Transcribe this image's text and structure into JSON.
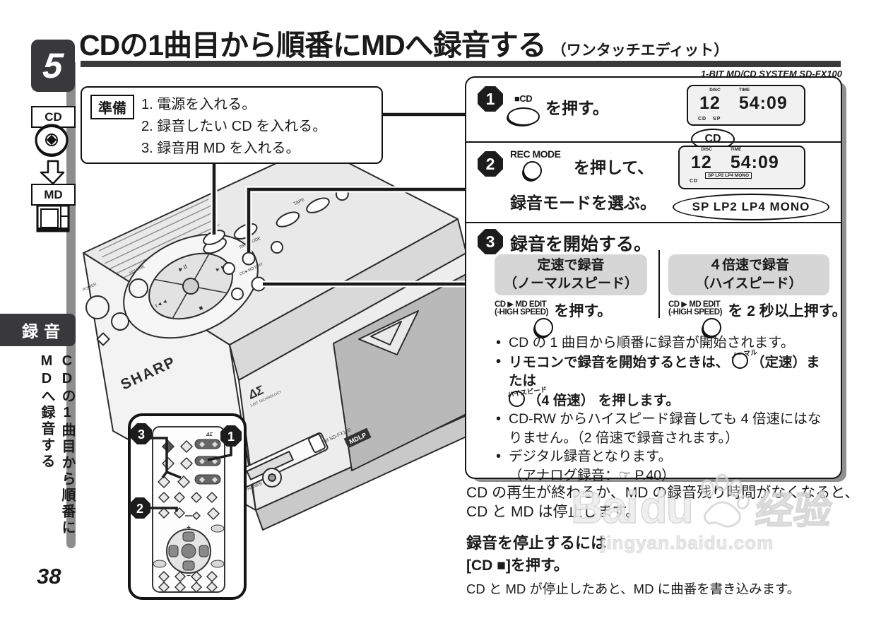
{
  "page": {
    "section_number": "5",
    "page_number": "38",
    "tab_label": "録音",
    "vertical_title": "CDの1曲目から順番にMDへ録音する",
    "cd_badge": "CD",
    "md_badge": "MD"
  },
  "header": {
    "title": "CDの1曲目から順番にMDへ録音する",
    "subtitle": "（ワンタッチエディット）",
    "model_line": "1-BIT MD/CD SYSTEM  SD-FX100"
  },
  "preparation": {
    "label": "準備",
    "items": [
      "1. 電源を入れる。",
      "2. 録音したい CD を入れる。",
      "3. 録音用 MD を入れる。"
    ]
  },
  "device": {
    "brand": "SHARP",
    "logo": "ΔΣ",
    "logo_sub": "1-BIT TECHNOLOGY",
    "model_text": "1-BIT MD/CD SYSTEM SD-FX100",
    "mdlp": "MDLP",
    "phones": "PHONES",
    "tape": "TAPE",
    "power": "POWER",
    "volume": "VOLUME",
    "btn_rec": "REC MODE",
    "btn_edit": "CD►MD EDIT",
    "dpad": {
      "play": "►II",
      "stop": "■",
      "prev": "I◄◄",
      "next": "►►I"
    }
  },
  "remote": {
    "logo": "ΔΣ",
    "callout1": "1",
    "callout2": "2",
    "callout3": "3"
  },
  "steps": [
    {
      "number": "1",
      "button_label": "■CD",
      "instruction": "を押す。",
      "display": {
        "disc_tag": "DISC",
        "disc": "12",
        "time_tag": "TIME",
        "time": "54:09",
        "ind1": "CD",
        "ind2": "SP"
      },
      "callout": "CD"
    },
    {
      "number": "2",
      "button_label": "REC MODE",
      "instruction": "を押して、",
      "instruction2": "録音モードを選ぶ。",
      "display": {
        "disc_tag": "DISC",
        "disc": "12",
        "time_tag": "TIME",
        "time": "54:09",
        "ind1": "CD",
        "mode_box": "SP LP2 LP4 MONO"
      },
      "callout": "SP  LP2  LP4  MONO"
    },
    {
      "number": "3",
      "title": "録音を開始する。",
      "options": [
        {
          "head1": "定速で録音",
          "head2": "（ノーマルスピード）",
          "btn1": "CD ▶ MD EDIT",
          "btn2": "(-HIGH SPEED)",
          "action": "を押す。"
        },
        {
          "head1": "４倍速で録音",
          "head2": "（ハイスピード）",
          "btn1": "CD ▶ MD EDIT",
          "btn2": "(-HIGH SPEED)",
          "action": "を 2 秒以上押す。"
        }
      ]
    }
  ],
  "notes": {
    "n1": "CD の 1 曲目から順番に録音が開始されます。",
    "n2a": "リモコンで録音を開始するときは、",
    "n2_btn1": "ノーマル",
    "n2b": "（定速）または",
    "n2_btn2": "ハイスピード",
    "n2c": "（4 倍速） を押します。",
    "n3": "CD-RW からハイスピード録音しても 4 倍速にはなりません。（2 倍速で録音されます。）",
    "n4a": "デジタル録音となります。",
    "n4b": "（アナログ録音：☞ P.40）"
  },
  "footer": {
    "line1": "CD の再生が終わるか、MD の録音残り時間がなくなると、",
    "line2": "CD と MD は停止します。",
    "stop_title": "録音を停止するには",
    "stop_action": "[CD ■]を押す。",
    "stop_note": "CD と MD が停止したあと、MD に曲番を書き込みます。"
  },
  "watermark": {
    "brand_a": "Bai",
    "brand_b": "du",
    "suffix": "经验",
    "url": "jingyan.baidu.com"
  },
  "colors": {
    "tab_dark": "#39393b",
    "bar_gray": "#8d8d8d",
    "lcd_bg": "#f1f1f1",
    "option_gray": "#d6d6d6"
  }
}
